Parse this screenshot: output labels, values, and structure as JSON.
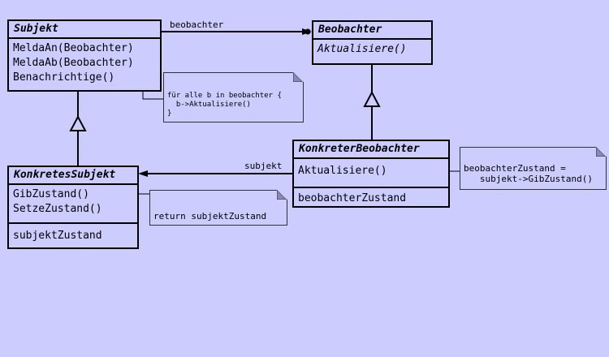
{
  "classes": {
    "subjekt": {
      "name": "Subjekt",
      "operations": [
        "MeldaAn(Beobachter)",
        "MeldaAb(Beobachter)",
        "Benachrichtige()"
      ]
    },
    "beobachter": {
      "name": "Beobachter",
      "operations": [
        "Aktualisiere()"
      ]
    },
    "konkreterBeobachter": {
      "name": "KonkreterBeobachter",
      "operations": [
        "Aktualisiere()"
      ],
      "attributes": [
        "beobachterZustand"
      ]
    },
    "konkretesSubjekt": {
      "name": "KonkretesSubjekt",
      "operations": [
        "GibZustand()",
        "SetzeZustand()"
      ],
      "attributes": [
        "subjektZustand"
      ]
    }
  },
  "associations": {
    "beobachter_label": "beobachter",
    "subjekt_label": "subjekt"
  },
  "notes": {
    "benachrichtige": "für alle b in beobachter {\n  b->Aktualisiere()\n}",
    "aktualisiere": "beobachterZustand =\n   subjekt->GibZustand()",
    "gibZustand": "return subjektZustand"
  }
}
